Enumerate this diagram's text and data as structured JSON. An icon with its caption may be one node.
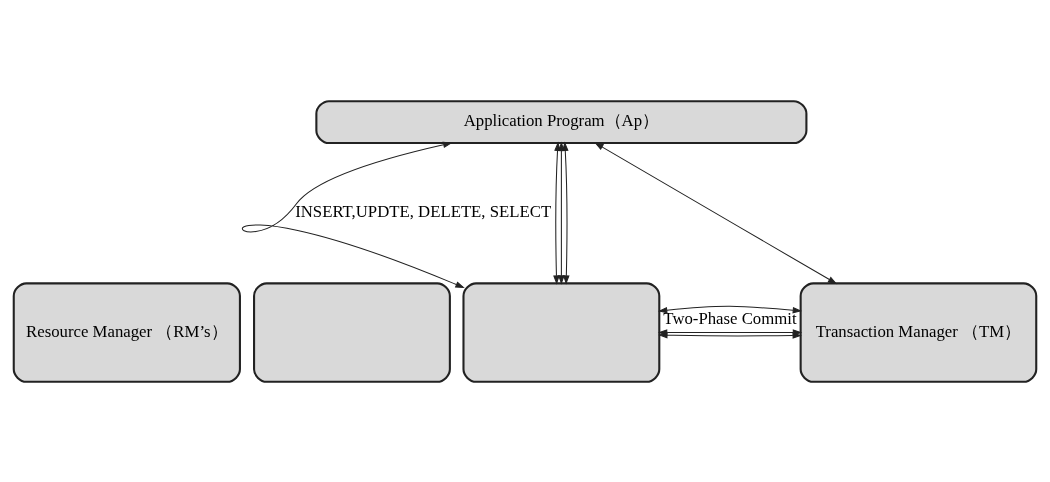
{
  "diagram": {
    "nodes": [
      {
        "text": [
          "Application Program（Ap）"
        ]
      },
      {
        "text": [],
        "shape": "box"
      },
      {
        "text": [],
        "shape": "box"
      },
      {
        "text": [
          "Resource Manager （RM’s）"
        ]
      },
      {
        "text": [
          "Transaction Manager （TM）"
        ]
      }
    ],
    "edges": [
      {
        "from": 0,
        "to": 2,
        "arrow": "both",
        "label": "INSERT,UPDTE, DELETE, SELECT"
      },
      {
        "from": 0,
        "to": 2,
        "arrow": "both"
      },
      {
        "from": 0,
        "to": 2,
        "arrow": "both"
      },
      {
        "from": 0,
        "to": 2,
        "arrow": "both"
      },
      {
        "from": 0,
        "to": 4,
        "arrow": "both"
      },
      {
        "from": 2,
        "to": 4,
        "arrow": "both"
      },
      {
        "from": 2,
        "to": 4,
        "arrow": "both"
      },
      {
        "from": 2,
        "to": 4,
        "arrow": "both",
        "label": "Two-Phase Commit"
      }
    ]
  }
}
